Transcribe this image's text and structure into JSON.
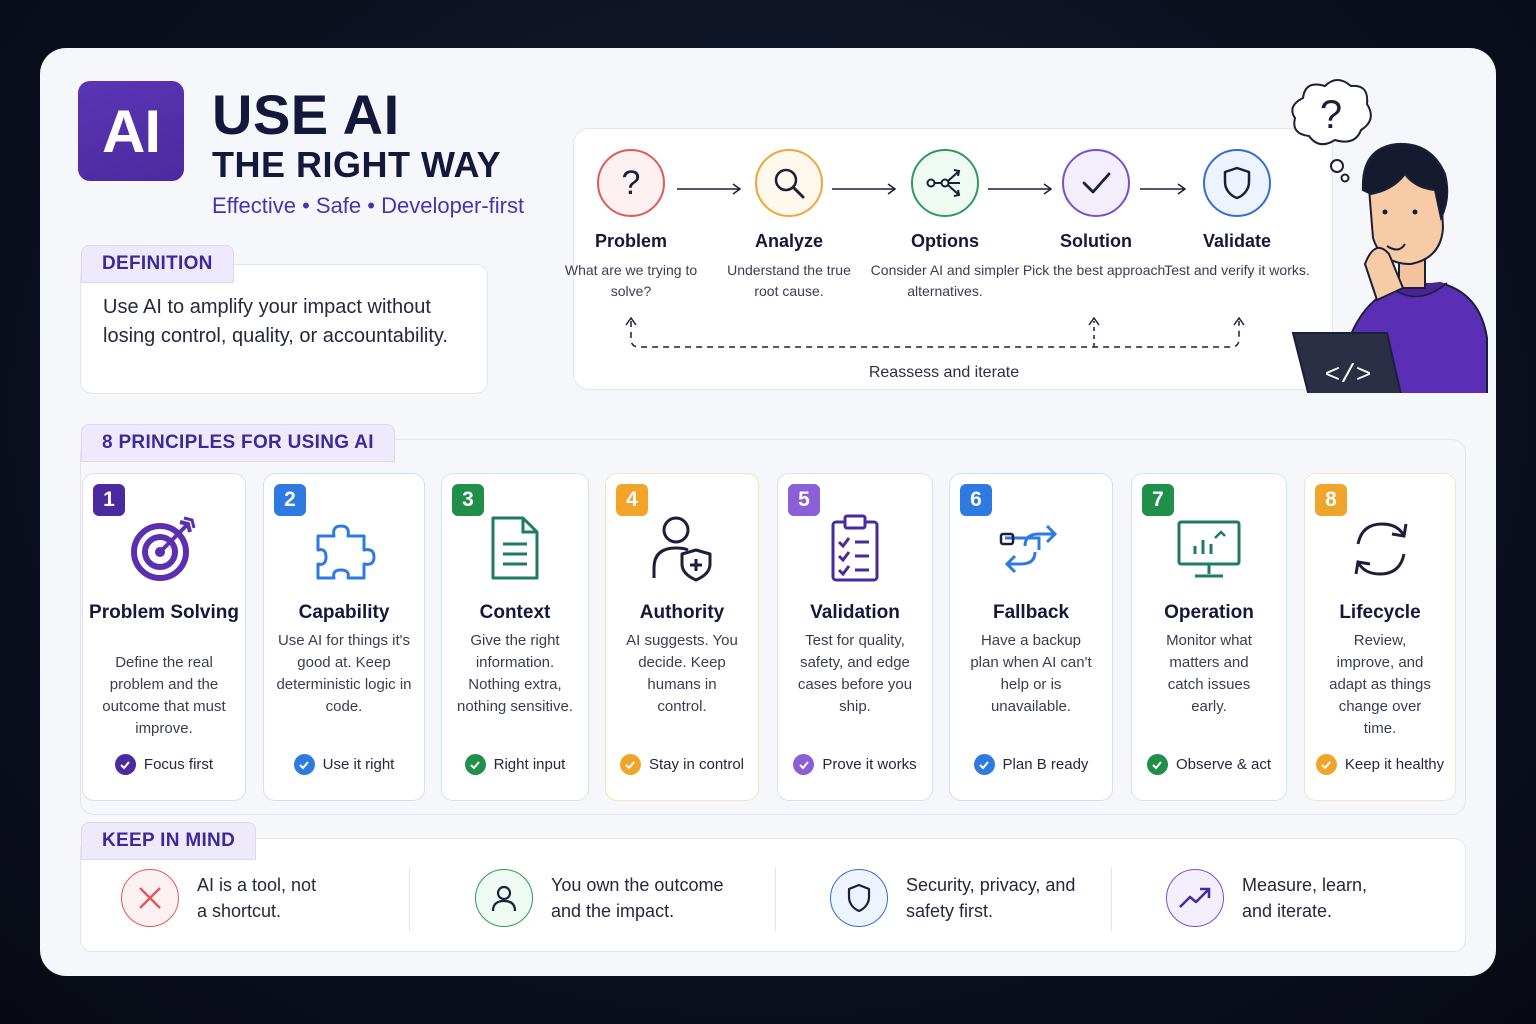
{
  "header": {
    "logo_text": "AI",
    "title_line1": "USE AI",
    "title_line2": "THE RIGHT WAY",
    "tagline": "Effective • Safe • Developer-first"
  },
  "definition": {
    "tag": "DEFINITION",
    "text": "Use AI to amplify your impact without losing control, quality, or accountability."
  },
  "flow": {
    "steps": [
      {
        "name": "Problem",
        "desc": "What are we trying to solve?",
        "icon": "question-icon",
        "color": "#e05a5a"
      },
      {
        "name": "Analyze",
        "desc": "Understand the true root cause.",
        "icon": "magnifier-icon",
        "color": "#f0a63a"
      },
      {
        "name": "Options",
        "desc": "Consider AI and simpler alternatives.",
        "icon": "branch-icon",
        "color": "#2f9a5a"
      },
      {
        "name": "Solution",
        "desc": "Pick the best approach.",
        "icon": "check-icon",
        "color": "#7a4fd0"
      },
      {
        "name": "Validate",
        "desc": "Test and verify it works.",
        "icon": "shield-icon",
        "color": "#2f6fd6"
      }
    ],
    "loop_label": "Reassess and iterate"
  },
  "principles": {
    "tag": "8 PRINCIPLES FOR USING AI",
    "items": [
      {
        "num": "1",
        "title": "Problem Solving",
        "desc": "Define the real problem and the outcome that must improve.",
        "footer": "Focus first",
        "color": "#5b2fb0",
        "icon": "target-icon"
      },
      {
        "num": "2",
        "title": "Capability",
        "desc": "Use AI for things it's good at. Keep deterministic logic in code.",
        "footer": "Use it right",
        "color": "#2f7ae0",
        "icon": "puzzle-icon"
      },
      {
        "num": "3",
        "title": "Context",
        "desc": "Give the right information. Nothing extra, nothing sensitive.",
        "footer": "Right input",
        "color": "#1f8f4a",
        "icon": "document-icon"
      },
      {
        "num": "4",
        "title": "Authority",
        "desc": "AI suggests. You decide. Keep humans in control.",
        "footer": "Stay in control",
        "color": "#f0a52a",
        "icon": "user-shield-icon"
      },
      {
        "num": "5",
        "title": "Validation",
        "desc": "Test for quality, safety, and edge cases before you ship.",
        "footer": "Prove it works",
        "color": "#8a5fd8",
        "icon": "clipboard-check-icon"
      },
      {
        "num": "6",
        "title": "Fallback",
        "desc": "Have a backup plan when AI can't help or is unavailable.",
        "footer": "Plan B ready",
        "color": "#2f7ae0",
        "icon": "swap-arrows-icon"
      },
      {
        "num": "7",
        "title": "Operation",
        "desc": "Monitor what matters and catch issues early.",
        "footer": "Observe & act",
        "color": "#1f8f4a",
        "icon": "monitor-chart-icon"
      },
      {
        "num": "8",
        "title": "Lifecycle",
        "desc": "Review, improve, and adapt as things change over time.",
        "footer": "Keep it healthy",
        "color": "#f0a52a",
        "icon": "cycle-icon"
      }
    ]
  },
  "keep_in_mind": {
    "tag": "KEEP IN MIND",
    "items": [
      {
        "text": "AI is a tool, not a shortcut.",
        "icon": "x-icon",
        "color": "#e05a5a"
      },
      {
        "text": "You own the outcome and the impact.",
        "icon": "person-icon",
        "color": "#2f9a5a"
      },
      {
        "text": "Security, privacy, and safety first.",
        "icon": "shield-icon",
        "color": "#2f6fd6"
      },
      {
        "text": "Measure, learn, and iterate.",
        "icon": "trend-up-icon",
        "color": "#5b2fb0"
      }
    ]
  },
  "illustration": {
    "thought_text": "?",
    "laptop_text": "</>"
  }
}
